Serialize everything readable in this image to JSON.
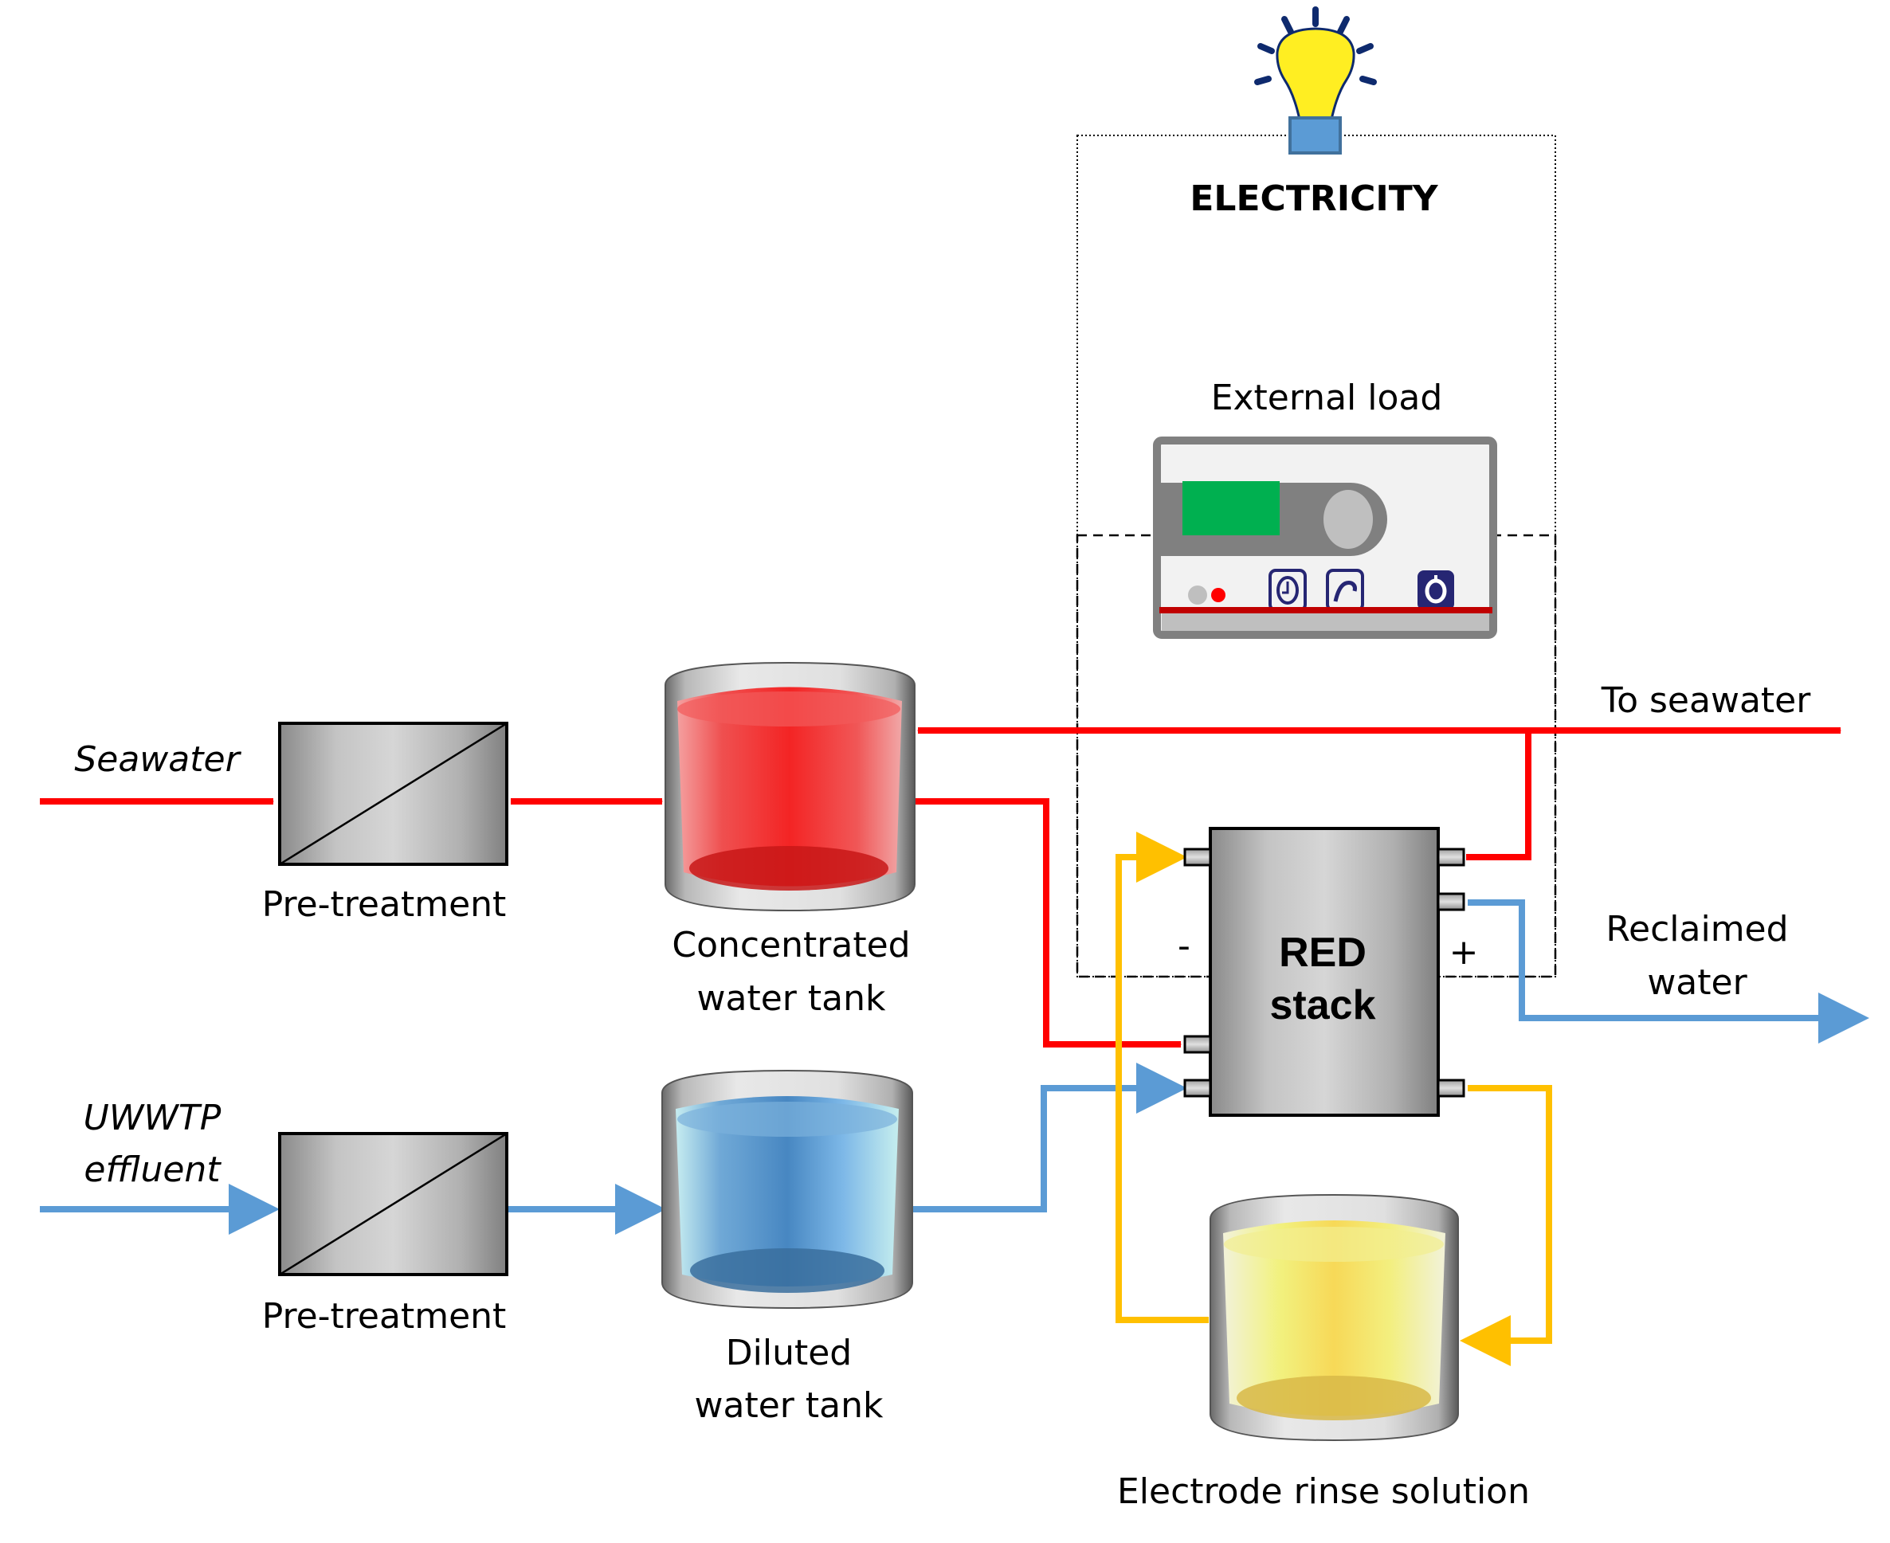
{
  "labels": {
    "seawater": "Seawater",
    "uwwtp_line1": "UWWTP",
    "uwwtp_line2": "effluent",
    "pretreatment_1": "Pre-treatment",
    "pretreatment_2": "Pre-treatment",
    "concentrated_line1": "Concentrated",
    "concentrated_line2": "water tank",
    "diluted_line1": "Diluted",
    "diluted_line2": "water tank",
    "electricity": "ELECTRICITY",
    "external_load": "External load",
    "red_stack_line1": "RED",
    "red_stack_line2": "stack",
    "minus": "-",
    "plus": "+",
    "to_seawater": "To seawater",
    "reclaimed_line1": "Reclaimed",
    "reclaimed_line2": "water",
    "electrode_rinse": "Electrode rinse solution"
  },
  "colors": {
    "concentrated_stream": "#ff0000",
    "diluted_stream": "#5b9bd5",
    "rinse_stream": "#ffc000",
    "bulb": "#ffee22",
    "bulb_base": "#5b9bd5",
    "display": "#00b050",
    "icon_navy": "#262673"
  },
  "icons": {
    "light_bulb": "light-bulb-icon",
    "timer": "timer-icon",
    "ramp": "ramp-icon",
    "power": "power-icon"
  }
}
